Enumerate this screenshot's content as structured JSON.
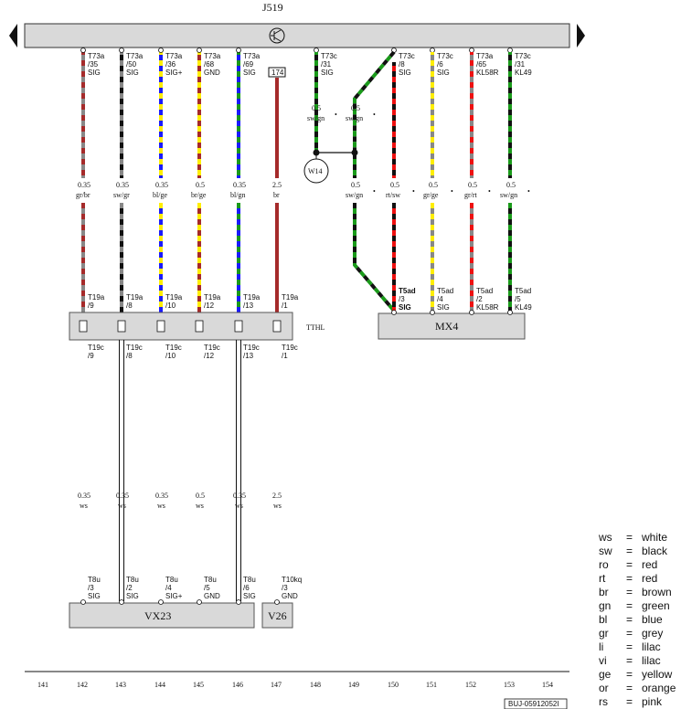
{
  "title": "J519",
  "bottom_code": "BUJ-05912052I",
  "ground_symbol_label": "174",
  "splice_label": "W14",
  "connector_bar_label": "TTHL",
  "components": {
    "mx4": "MX4",
    "vx23": "VX23",
    "v26": "V26"
  },
  "columns": [
    "141",
    "142",
    "143",
    "144",
    "145",
    "146",
    "147",
    "148",
    "149",
    "150",
    "151",
    "152",
    "153",
    "154"
  ],
  "wires_left": [
    {
      "top_pin": "T73a",
      "top_num": "/35",
      "top_sig": "SIG",
      "size": "0.35",
      "color": "gr/br",
      "mid_pin": "T19a",
      "mid_num": "/9",
      "low_pin": "T19c",
      "low_num": "/9",
      "low_size": "0.35",
      "low_color": "ws",
      "c1": "#888888",
      "c2": "#a52a2a"
    },
    {
      "top_pin": "T73a",
      "top_num": "/50",
      "top_sig": "SIG",
      "size": "0.35",
      "color": "sw/gr",
      "mid_pin": "T19a",
      "mid_num": "/8",
      "low_pin": "T19c",
      "low_num": "/8",
      "low_size": "0.35",
      "low_color": "ws",
      "c1": "#111111",
      "c2": "#888888"
    },
    {
      "top_pin": "T73a",
      "top_num": "/36",
      "top_sig": "SIG+",
      "size": "0.35",
      "color": "bl/ge",
      "mid_pin": "T19a",
      "mid_num": "/10",
      "low_pin": "T19c",
      "low_num": "/10",
      "low_size": "0.35",
      "low_color": "ws",
      "c1": "#1a1aff",
      "c2": "#ffee00"
    },
    {
      "top_pin": "T73a",
      "top_num": "/68",
      "top_sig": "GND",
      "size": "0.5",
      "color": "br/ge",
      "mid_pin": "T19a",
      "mid_num": "/12",
      "low_pin": "T19c",
      "low_num": "/12",
      "low_size": "0.5",
      "low_color": "ws",
      "c1": "#a52a2a",
      "c2": "#ffee00"
    },
    {
      "top_pin": "T73a",
      "top_num": "/69",
      "top_sig": "SIG",
      "size": "0.35",
      "color": "bl/gn",
      "mid_pin": "T19a",
      "mid_num": "/13",
      "low_pin": "T19c",
      "low_num": "/13",
      "low_size": "0.35",
      "low_color": "ws",
      "c1": "#1a1aff",
      "c2": "#1a9a1a"
    },
    {
      "top_pin": "",
      "top_num": "",
      "top_sig": "",
      "size": "2.5",
      "color": "br",
      "mid_pin": "T19a",
      "mid_num": "/1",
      "low_pin": "T19c",
      "low_num": "/1",
      "low_size": "2.5",
      "low_color": "ws",
      "c1": "#a52a2a",
      "c2": "#a52a2a"
    }
  ],
  "wires_right": [
    {
      "top_pin": "T73c",
      "top_num": "/31",
      "top_sig": "SIG",
      "size_a": "0.5",
      "color_a": "sw/gn",
      "size_b": "0.5",
      "color_b": "sw/gn"
    },
    {
      "top_pin": "T73c",
      "top_num": "/8",
      "top_sig": "SIG",
      "size": "0.5",
      "color": "rt/sw",
      "bot_pin": "T5ad",
      "bot_num": "/3",
      "bot_sig": "SIG"
    },
    {
      "top_pin": "T73c",
      "top_num": "/6",
      "top_sig": "SIG",
      "size": "0.5",
      "color": "gr/ge",
      "bot_pin": "T5ad",
      "bot_num": "/4",
      "bot_sig": "SIG"
    },
    {
      "top_pin": "T73a",
      "top_num": "/65",
      "top_sig": "KL58R",
      "size": "0.5",
      "color": "gr/rt",
      "bot_pin": "T5ad",
      "bot_num": "/2",
      "bot_sig": "KL58R"
    },
    {
      "top_pin": "T73c",
      "top_num": "/31",
      "top_sig": "KL49",
      "size": "0.5",
      "color": "sw/gn",
      "bot_pin": "T5ad",
      "bot_num": "/5",
      "bot_sig": "KL49"
    }
  ],
  "bottom_pins": [
    {
      "pin": "T8u",
      "num": "/3",
      "sig": "SIG"
    },
    {
      "pin": "T8u",
      "num": "/2",
      "sig": "SIG"
    },
    {
      "pin": "T8u",
      "num": "/4",
      "sig": "SIG+"
    },
    {
      "pin": "T8u",
      "num": "/5",
      "sig": "GND"
    },
    {
      "pin": "T8u",
      "num": "/6",
      "sig": "SIG"
    },
    {
      "pin": "T10kq",
      "num": "/3",
      "sig": "GND"
    }
  ],
  "legend": [
    {
      "code": "ws",
      "eq": "=",
      "name": "white"
    },
    {
      "code": "sw",
      "eq": "=",
      "name": "black"
    },
    {
      "code": "ro",
      "eq": "=",
      "name": "red"
    },
    {
      "code": "rt",
      "eq": "=",
      "name": "red"
    },
    {
      "code": "br",
      "eq": "=",
      "name": "brown"
    },
    {
      "code": "gn",
      "eq": "=",
      "name": "green"
    },
    {
      "code": "bl",
      "eq": "=",
      "name": "blue"
    },
    {
      "code": "gr",
      "eq": "=",
      "name": "grey"
    },
    {
      "code": "li",
      "eq": "=",
      "name": "lilac"
    },
    {
      "code": "vi",
      "eq": "=",
      "name": "lilac"
    },
    {
      "code": "ge",
      "eq": "=",
      "name": "yellow"
    },
    {
      "code": "or",
      "eq": "=",
      "name": "orange"
    },
    {
      "code": "rs",
      "eq": "=",
      "name": "pink"
    }
  ]
}
